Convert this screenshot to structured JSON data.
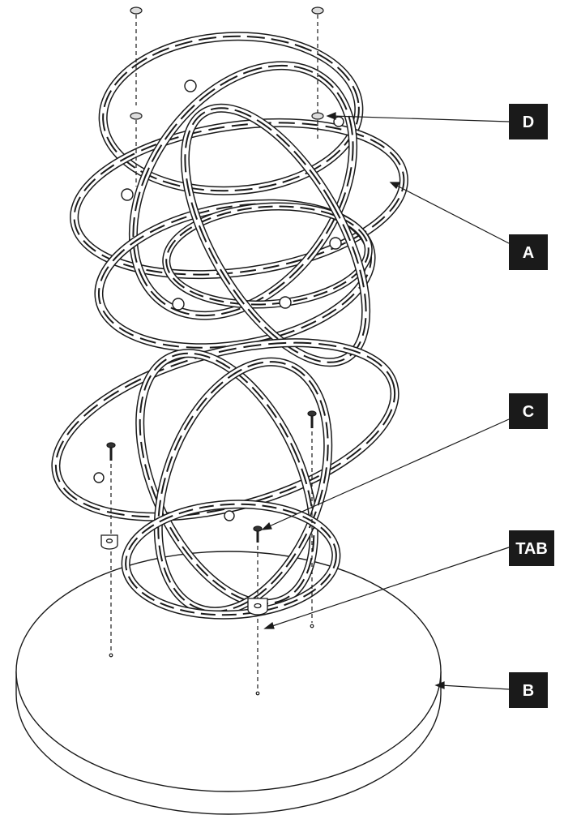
{
  "diagram": {
    "type": "exploded-assembly",
    "callouts": [
      {
        "id": "D",
        "text": "D",
        "points_to": "cap"
      },
      {
        "id": "A",
        "text": "A",
        "points_to": "ring-sculpture"
      },
      {
        "id": "C",
        "text": "C",
        "points_to": "screw"
      },
      {
        "id": "TAB",
        "text": "TAB",
        "points_to": "mounting-tab"
      },
      {
        "id": "B",
        "text": "B",
        "points_to": "base"
      }
    ],
    "colors": {
      "line": "#1a1a1a",
      "label_bg": "#1a1a1a",
      "label_text": "#ffffff",
      "fill": "#ffffff"
    }
  }
}
